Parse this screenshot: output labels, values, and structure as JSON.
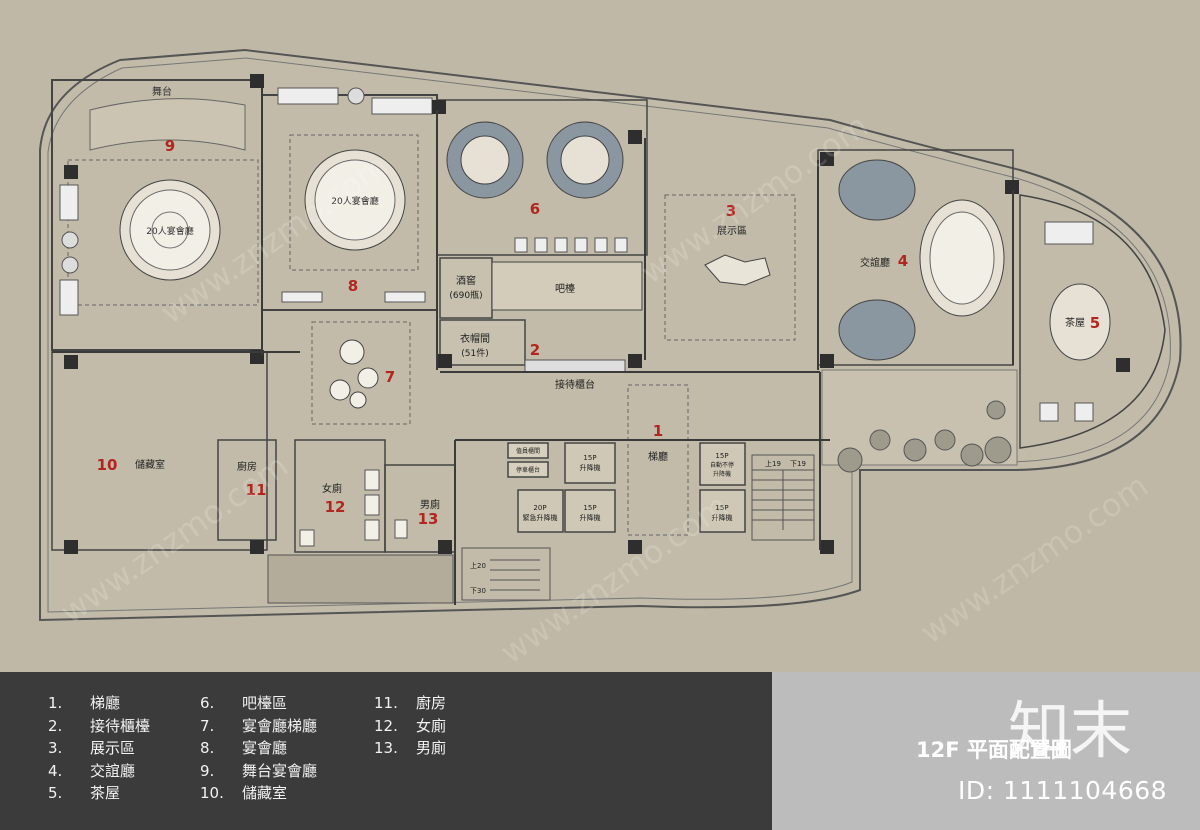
{
  "colors": {
    "background": "#bfb8a6",
    "room_number": "#b3261e",
    "wall": "#3a3a3a",
    "legend_bg": "#3b3b3b",
    "title_bg": "#bcbcbc"
  },
  "plan": {
    "rooms": [
      {
        "id": "1",
        "label": "梯廳"
      },
      {
        "id": "2",
        "label": "接待櫃台"
      },
      {
        "id": "3",
        "label": "展示區"
      },
      {
        "id": "4",
        "label": "交誼廳"
      },
      {
        "id": "5",
        "label": "茶屋"
      },
      {
        "id": "6",
        "label": ""
      },
      {
        "id": "7",
        "label": ""
      },
      {
        "id": "8",
        "label": ""
      },
      {
        "id": "9",
        "label": ""
      },
      {
        "id": "10",
        "label": "儲藏室"
      },
      {
        "id": "11",
        "label": "廚房"
      },
      {
        "id": "12",
        "label": "女廁"
      },
      {
        "id": "13",
        "label": "男廁"
      }
    ],
    "labels": {
      "stage": "舞台",
      "banquet_20_left": "20人宴會廳",
      "banquet_20_mid": "20人宴會廳",
      "wine_cellar": "酒窖",
      "wine_count": "(690瓶)",
      "bar": "吧檯",
      "cloakroom": "衣帽間",
      "cloak_count": "(51件)",
      "reception": "接待櫃台",
      "display": "展示區",
      "lounge": "交誼廳",
      "tea_house": "茶屋",
      "lift_hall": "梯廳",
      "storage": "儲藏室",
      "kitchen": "廚房",
      "womens": "女廁",
      "mens": "男廁",
      "lift_a": "15P",
      "lift_a_sub": "升降機",
      "lift_b": "20P",
      "lift_b_sub": "緊急升降機",
      "lift_c": "15P",
      "lift_c_sub": "升降機",
      "lift_d": "15P",
      "lift_d_sub": "自動不停",
      "lift_d_sub2": "升降機",
      "lift_e": "15P",
      "lift_e_sub": "升降機",
      "svc1": "值員櫃間",
      "svc2": "停車櫃台",
      "stair_up": "上19",
      "stair_dn": "下19",
      "stair2_up": "上20",
      "stair2_dn": "下30"
    }
  },
  "legend": {
    "col1": [
      {
        "num": "1.",
        "text": "梯廳"
      },
      {
        "num": "2.",
        "text": "接待櫃檯"
      },
      {
        "num": "3.",
        "text": "展示區"
      },
      {
        "num": "4.",
        "text": "交誼廳"
      },
      {
        "num": "5.",
        "text": "茶屋"
      }
    ],
    "col2": [
      {
        "num": "6.",
        "text": "吧檯區"
      },
      {
        "num": "7.",
        "text": "宴會廳梯廳"
      },
      {
        "num": "8.",
        "text": "宴會廳"
      },
      {
        "num": "9.",
        "text": "舞台宴會廳"
      },
      {
        "num": "10.",
        "text": "儲藏室"
      }
    ],
    "col3": [
      {
        "num": "11.",
        "text": "廚房"
      },
      {
        "num": "12.",
        "text": "女廁"
      },
      {
        "num": "13.",
        "text": "男廁"
      }
    ]
  },
  "title_block": {
    "brand": "知末",
    "plan_title": "12F 平面配置圖",
    "id_text": "ID: 1111104668"
  },
  "watermark": "www.znzmo.com"
}
